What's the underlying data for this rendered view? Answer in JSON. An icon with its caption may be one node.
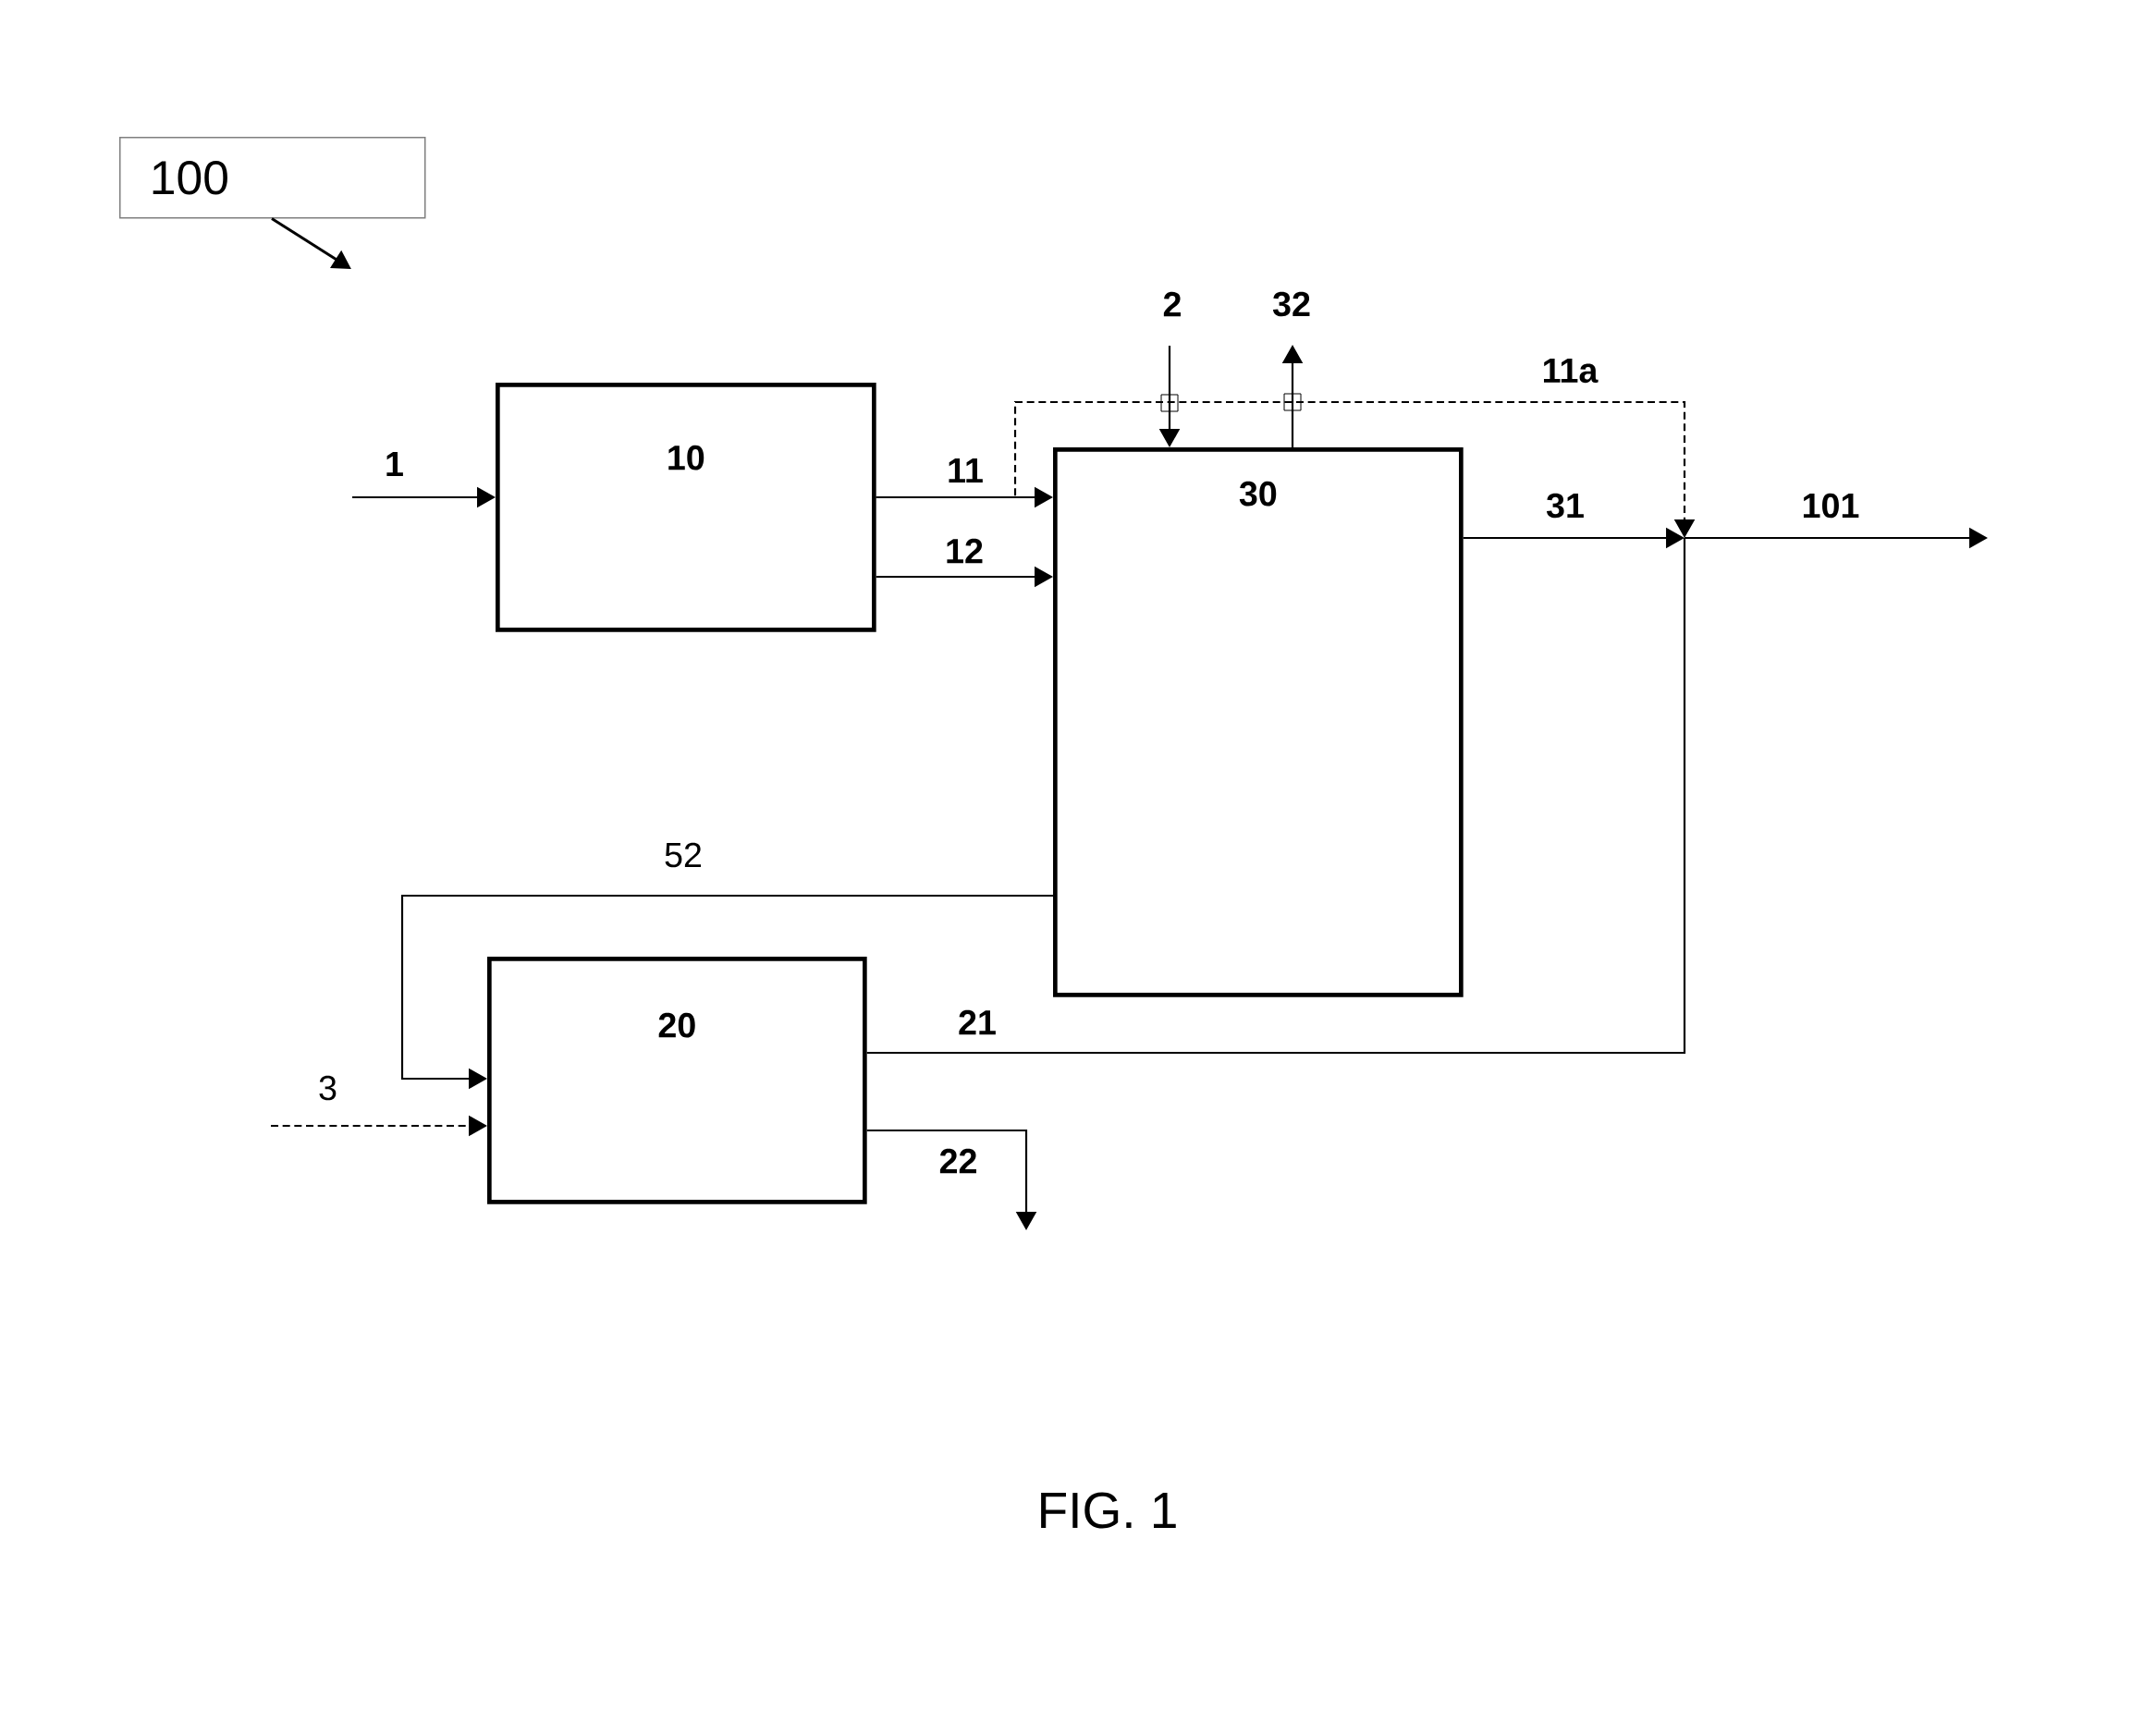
{
  "diagram": {
    "caption": "FIG. 1",
    "nodes": [
      {
        "text": [
          "100"
        ]
      },
      {
        "text": [
          "10"
        ]
      },
      {
        "text": [
          "30"
        ]
      },
      {
        "text": [
          "20"
        ]
      }
    ],
    "edges": [
      {
        "from": 0,
        "to": null,
        "arrow": "to"
      },
      {
        "from": null,
        "to": 2,
        "arrow": "to",
        "label": "2"
      },
      {
        "from": 2,
        "to": null,
        "arrow": "to",
        "label": "32"
      },
      {
        "from": 1,
        "to": null,
        "arrow": "to",
        "label": "11a",
        "style": "dashed"
      },
      {
        "from": null,
        "to": 1,
        "arrow": "to",
        "label": "1"
      },
      {
        "from": 1,
        "to": 2,
        "arrow": "to",
        "label": "11"
      },
      {
        "from": 2,
        "to": null,
        "arrow": "to",
        "label": "31"
      },
      {
        "from": 1,
        "to": 2,
        "arrow": "to",
        "label": "12"
      },
      {
        "from": 2,
        "to": 3,
        "arrow": "to",
        "label": "52"
      },
      {
        "from": 3,
        "to": null,
        "arrow": "to",
        "label": "21"
      },
      {
        "from": null,
        "to": 3,
        "arrow": "to",
        "label": "3",
        "style": "dashed"
      },
      {
        "from": 3,
        "to": null,
        "arrow": "to",
        "label": "22"
      }
    ],
    "labels": [
      "101"
    ]
  }
}
